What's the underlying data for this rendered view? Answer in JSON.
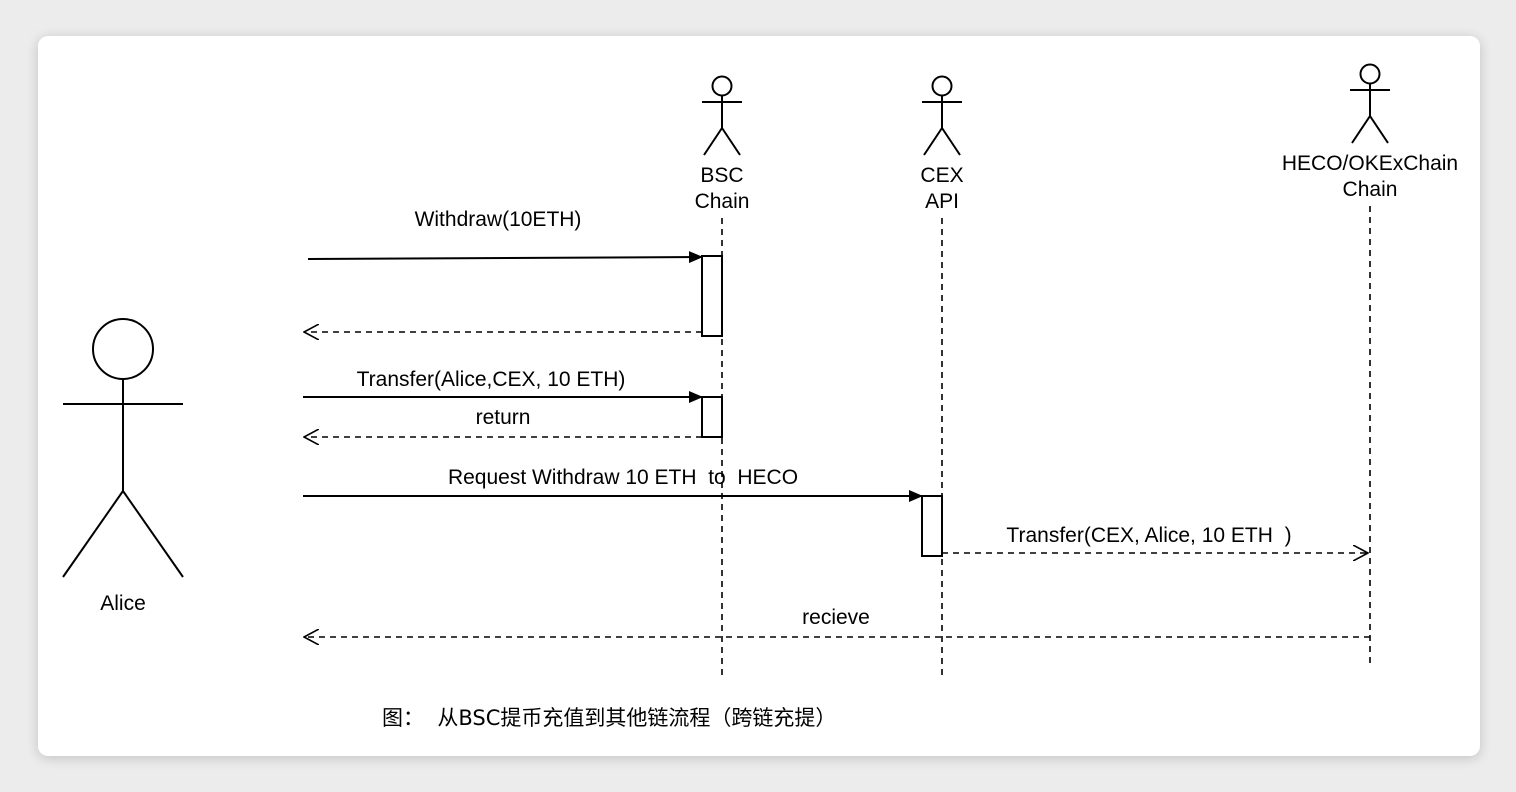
{
  "participants": {
    "alice": "Alice",
    "bsc_line1": "BSC",
    "bsc_line2": "Chain",
    "cex_line1": "CEX",
    "cex_line2": "API",
    "heco_line1": "HECO/OKExChain",
    "heco_line2": "Chain"
  },
  "messages": {
    "withdraw": "Withdraw(10ETH)",
    "transfer_alice_cex": "Transfer(Alice,CEX, 10 ETH)",
    "return": "return",
    "request_withdraw": "Request Withdraw 10 ETH  to  HECO",
    "transfer_cex_alice": "Transfer(CEX, Alice, 10 ETH  )",
    "recieve": "recieve"
  },
  "caption": "图：  从BSC提币充值到其他链流程（跨链充提）",
  "colors": {
    "stroke": "#000000",
    "background": "#ffffff"
  }
}
